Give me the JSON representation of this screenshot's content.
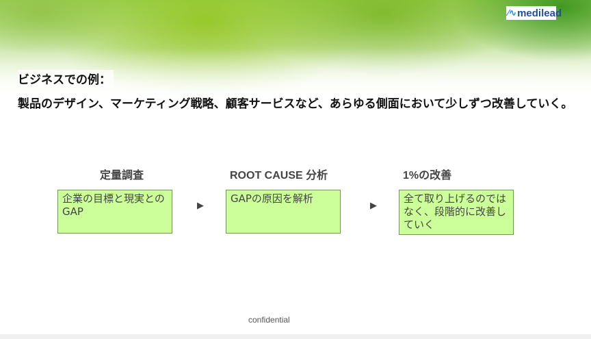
{
  "logo": {
    "text": "medilead",
    "icon": "pulse-icon"
  },
  "heading": "ビジネスでの例：",
  "description": "製品のデザイン、マーケティング戦略、顧客サービスなど、あらゆる側面において少しずつ改善していく。",
  "steps": [
    {
      "title": "定量調査",
      "body": "企業の目標と現実とのGAP"
    },
    {
      "title": "ROOT CAUSE 分析",
      "body": "GAPの原因を解析"
    },
    {
      "title": "1%の改善",
      "body": "全て取り上げるのではなく、段階的に改善していく"
    }
  ],
  "arrow": "▶",
  "footer": "confidential",
  "colors": {
    "box_fill": "#ccff99",
    "box_border": "#6e9a50"
  }
}
